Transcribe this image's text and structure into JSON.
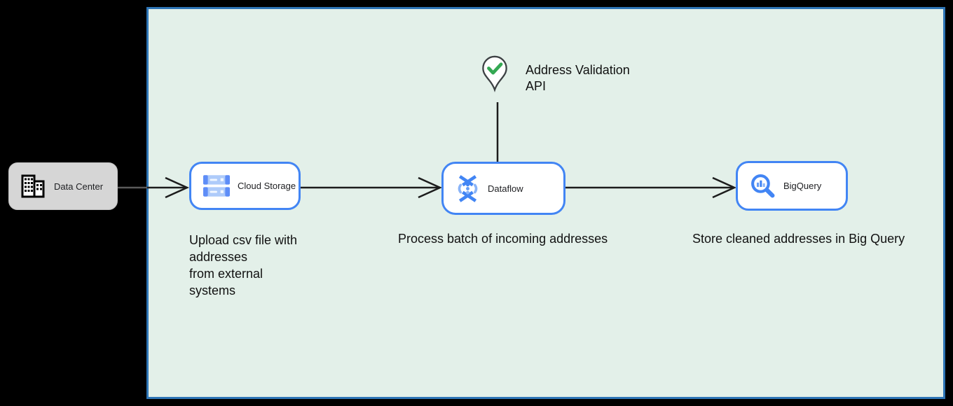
{
  "diagram": {
    "boundary": {
      "fill": "#e3f0e9",
      "border_color": "#2e75b6"
    },
    "nodes": {
      "data_center": {
        "label": "Data Center",
        "icon": "building-icon",
        "fill": "#d6d6d6"
      },
      "cloud_storage": {
        "label": "Cloud Storage",
        "icon": "cloud-storage-icon",
        "border": "#4285f4"
      },
      "dataflow": {
        "label": "Dataflow",
        "icon": "dataflow-icon",
        "border": "#4285f4"
      },
      "bigquery": {
        "label": "BigQuery",
        "icon": "bigquery-icon",
        "border": "#4285f4"
      },
      "address_validation": {
        "label": "Address Validation\nAPI",
        "icon": "map-pin-check-icon",
        "check_color": "#34a853"
      }
    },
    "annotations": {
      "upload": "Upload csv file with\naddresses\nfrom external\nsystems",
      "process": "Process batch of incoming addresses",
      "store": "Store cleaned addresses in Big Query"
    },
    "connectors": [
      {
        "from": "data_center",
        "to": "cloud_storage",
        "style": "open-arrow"
      },
      {
        "from": "cloud_storage",
        "to": "dataflow",
        "style": "open-arrow"
      },
      {
        "from": "dataflow",
        "to": "bigquery",
        "style": "open-arrow"
      },
      {
        "from": "address_validation",
        "to": "dataflow",
        "style": "plain-line"
      }
    ],
    "colors": {
      "icon_blue": "#4285f4",
      "icon_light_blue": "#aecbfa",
      "icon_mid_blue": "#669df6",
      "check_green": "#34a853",
      "text": "#111111",
      "line": "#1c1c1c"
    }
  }
}
